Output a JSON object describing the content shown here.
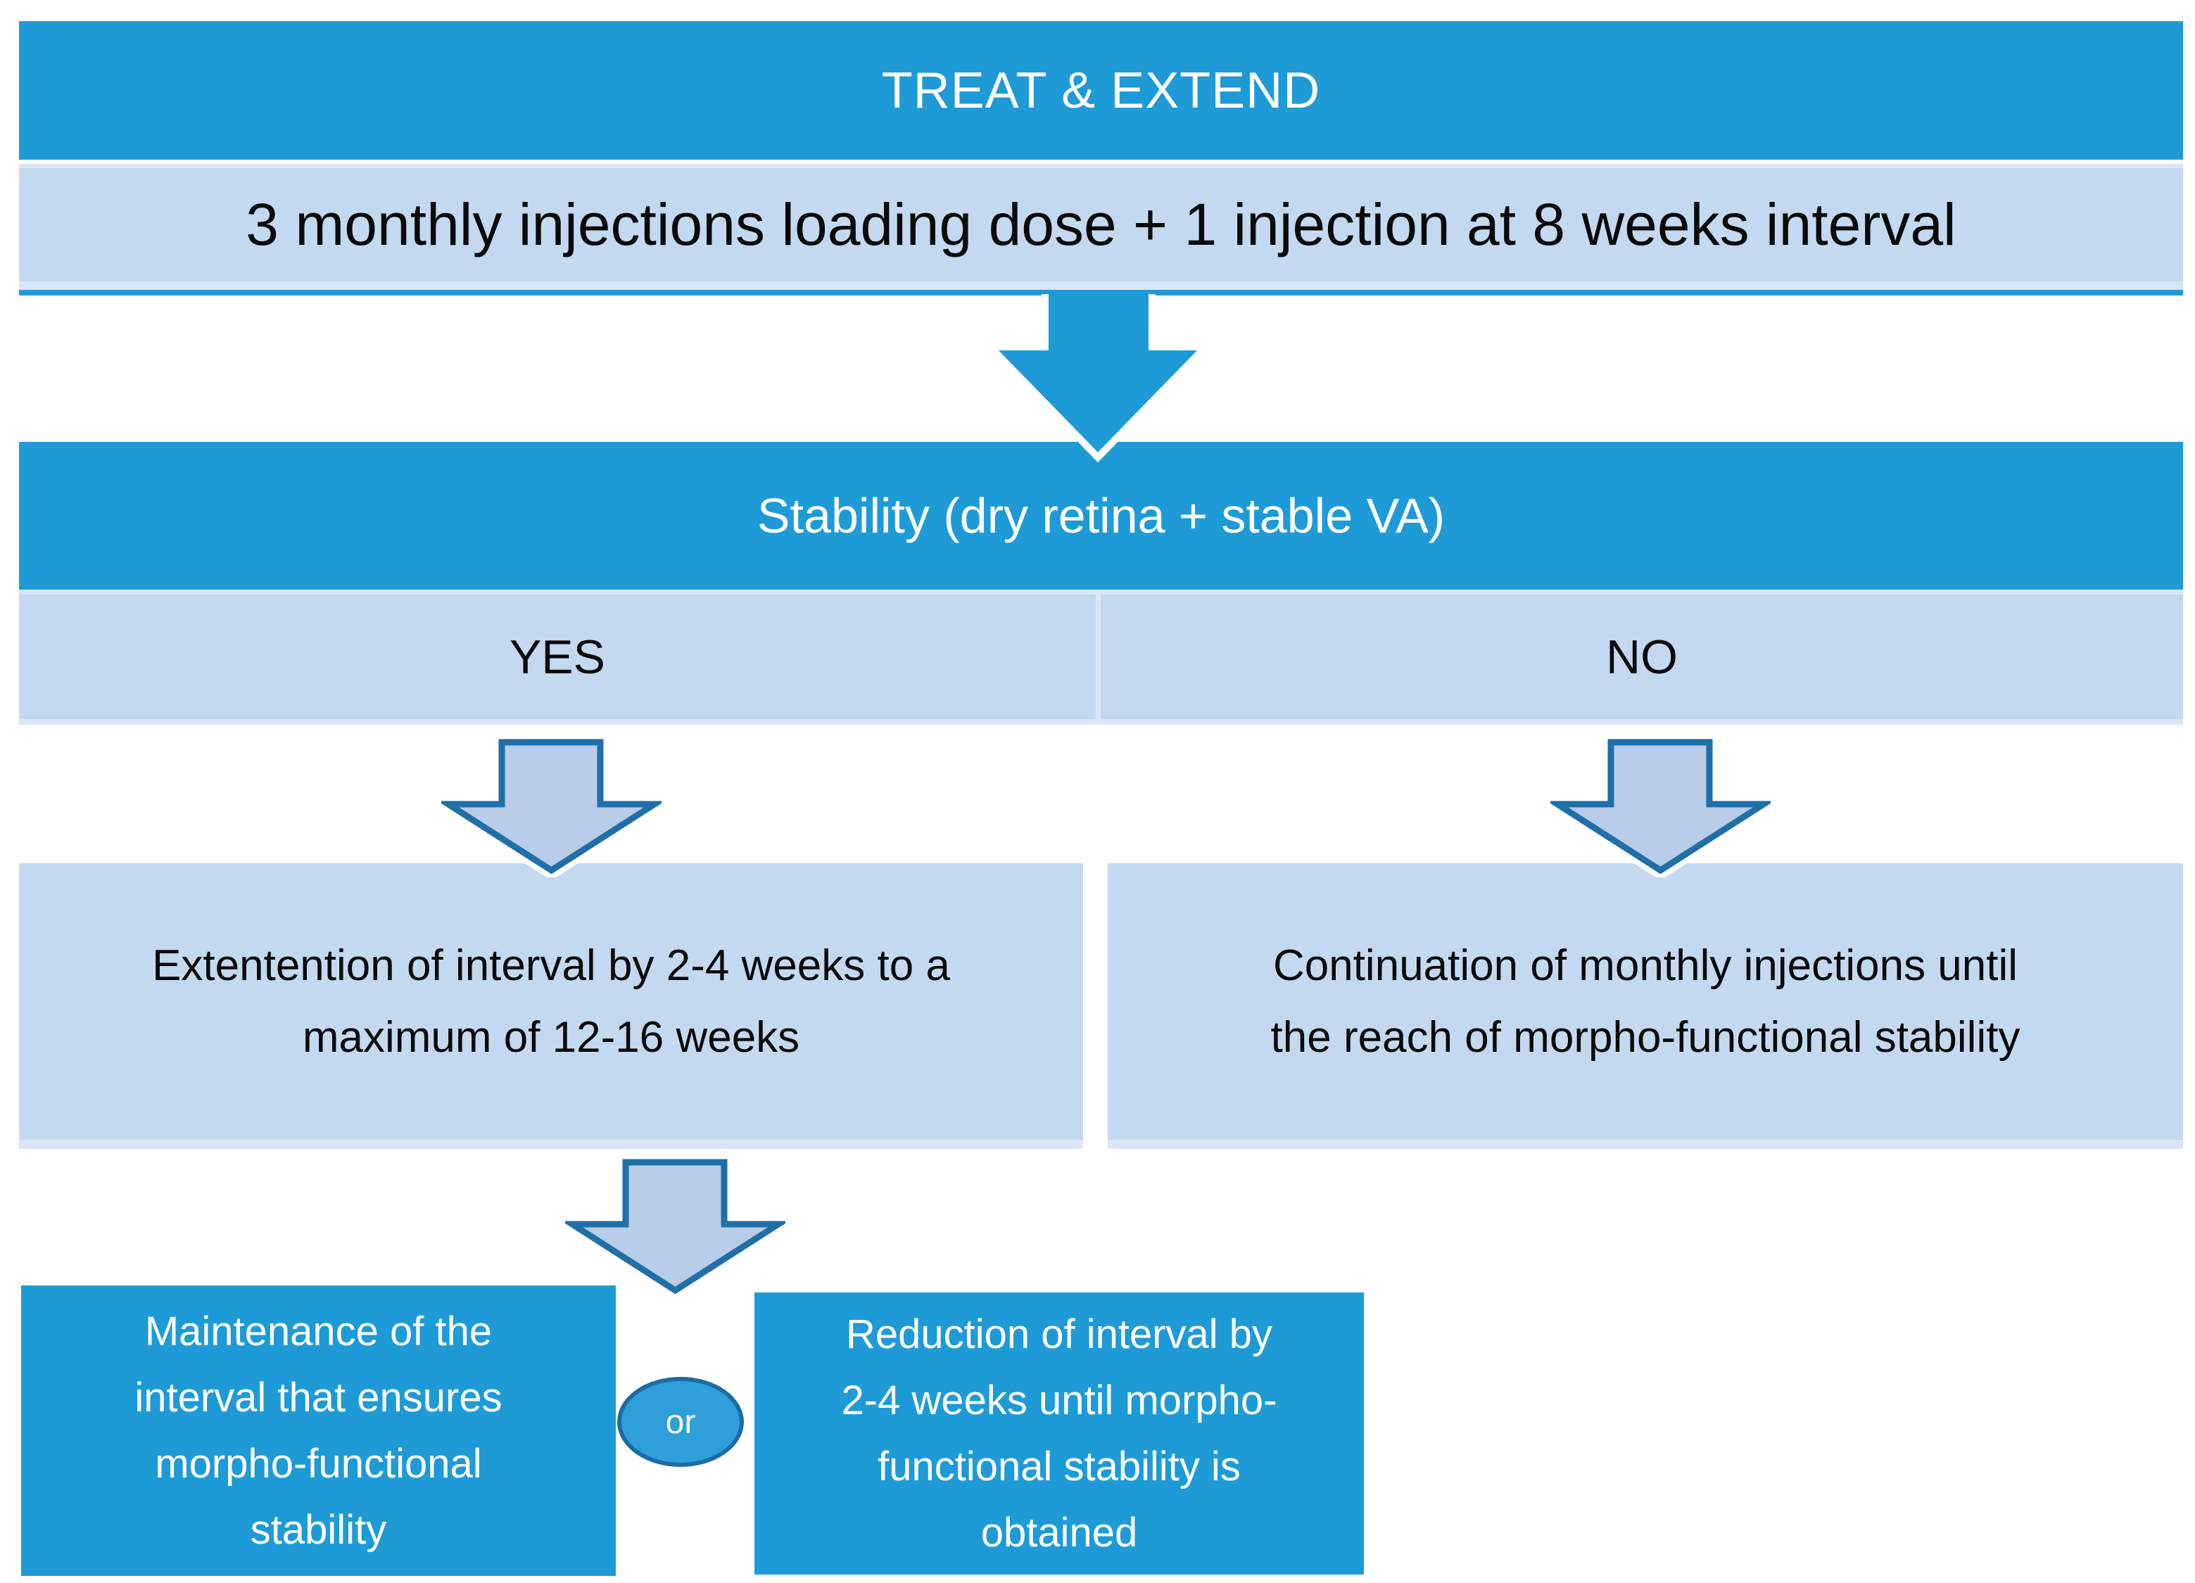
{
  "flowchart": {
    "header": {
      "title": "TREAT & EXTEND"
    },
    "loading": {
      "text": "3 monthly injections loading dose + 1 injection at 8 weeks interval"
    },
    "stability": {
      "question": "Stability (dry retina + stable VA)",
      "yes_label": "YES",
      "no_label": "NO"
    },
    "yes_branch": {
      "lines": [
        "Extentention of interval by 2-4 weeks to a",
        "maximum of 12-16 weeks"
      ]
    },
    "no_branch": {
      "lines": [
        "Continuation of monthly injections until",
        "the reach of morpho-functional stability"
      ]
    },
    "maintenance": {
      "lines": [
        "Maintenance of the",
        "interval that ensures",
        "morpho-functional",
        "stability"
      ]
    },
    "or_label": "or",
    "reduction": {
      "lines": [
        "Reduction of interval by",
        "2-4 weeks until morpho-",
        "functional stability is",
        "obtained"
      ]
    }
  },
  "colors": {
    "primary_blue": "#1E9BD7",
    "light_blue": "#C4D8F0",
    "edge_light": "#D9E6F6",
    "arrow_fill": "#B9CCE8",
    "arrow_border": "#1F6FA8",
    "ellipse_fill": "#2E9FD9",
    "ellipse_border": "#1B6CA5",
    "text_dark": "#0A0A0A",
    "text_white": "#FFFFFF"
  }
}
